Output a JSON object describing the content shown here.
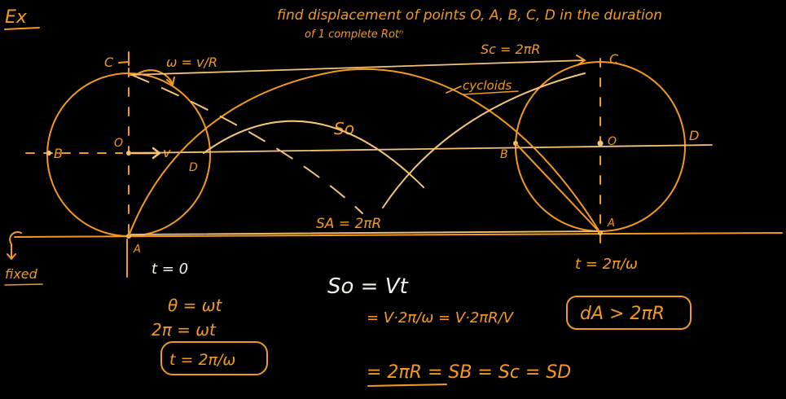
{
  "heading": {
    "tag": "Ex",
    "line1": "find displacement of points O, A, B, C, D in the duration",
    "line2": "of 1 complete Rotⁿ"
  },
  "left_wheel": {
    "top_point": "C",
    "center": "O",
    "left_point": "B",
    "right_point": "D",
    "bottom_point": "A",
    "omega": "ω = v/R",
    "velocity": "v"
  },
  "right_wheel": {
    "top_point": "C",
    "center": "O",
    "left_point": "B",
    "right_point": "D",
    "bottom_point": "A"
  },
  "labels": {
    "sc": "Sc = 2πR",
    "so": "So",
    "sa": "SA = 2πR",
    "cycloids": "cycloids",
    "fixed": "fixed",
    "t0": "t = 0",
    "t_end": "t = 2π/ω"
  },
  "equations": {
    "theta": "θ = ωt",
    "two_pi": "2π = ωt",
    "t_box": "t = 2π/ω",
    "so_line1": "So = Vt",
    "so_line2": "= V·2π/ω = V·2πR/V",
    "so_line3": "= 2πR = SB = Sc = SD",
    "da_box": "dA > 2πR"
  },
  "colors": {
    "ink": "#f39a1e",
    "ink_pale": "#f5c27a",
    "background": "#000000"
  }
}
